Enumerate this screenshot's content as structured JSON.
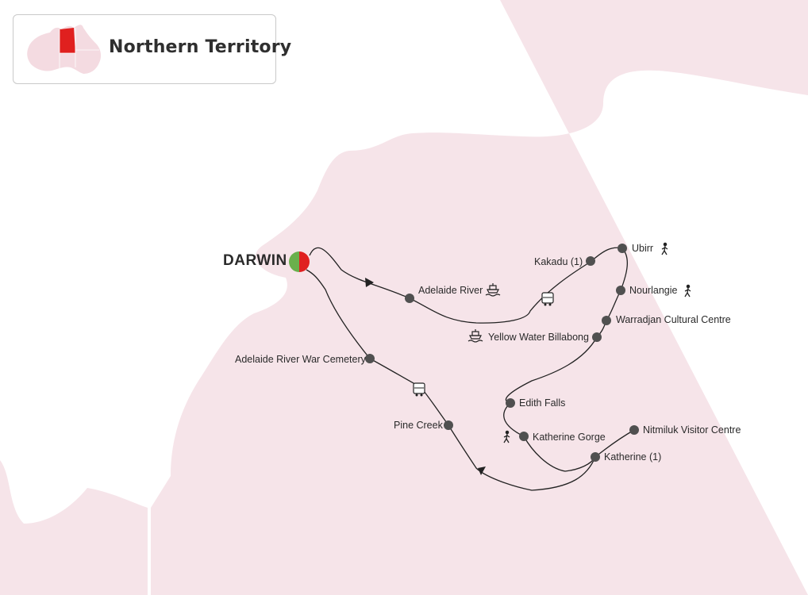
{
  "header": {
    "title": "Northern Territory"
  },
  "start": {
    "label": "DARWIN",
    "colors": [
      "#6ab04c",
      "#e02020"
    ]
  },
  "colors": {
    "land": "#f6e4e9",
    "route": "#222222",
    "stop": "#505050",
    "highlight_region": "#e0201f"
  },
  "stops": [
    {
      "id": "adelaide-river",
      "label": "Adelaide River",
      "icon": "boat-icon"
    },
    {
      "id": "kakadu",
      "label": "Kakadu (1)",
      "icon": "bus-icon"
    },
    {
      "id": "ubirr",
      "label": "Ubirr",
      "icon": "walking-icon"
    },
    {
      "id": "nourlangie",
      "label": "Nourlangie",
      "icon": "walking-icon"
    },
    {
      "id": "warradjan",
      "label": "Warradjan Cultural Centre",
      "icon": ""
    },
    {
      "id": "yellow-water",
      "label": "Yellow Water Billabong",
      "icon": "boat-icon"
    },
    {
      "id": "edith-falls",
      "label": "Edith Falls",
      "icon": ""
    },
    {
      "id": "katherine-gorge",
      "label": "Katherine Gorge",
      "icon": "walking-icon"
    },
    {
      "id": "nitmiluk",
      "label": "Nitmiluk Visitor Centre",
      "icon": ""
    },
    {
      "id": "katherine",
      "label": "Katherine (1)",
      "icon": ""
    },
    {
      "id": "pine-creek",
      "label": "Pine Creek",
      "icon": "bus-icon"
    },
    {
      "id": "war-cemetery",
      "label": "Adelaide River War Cemetery",
      "icon": ""
    }
  ]
}
